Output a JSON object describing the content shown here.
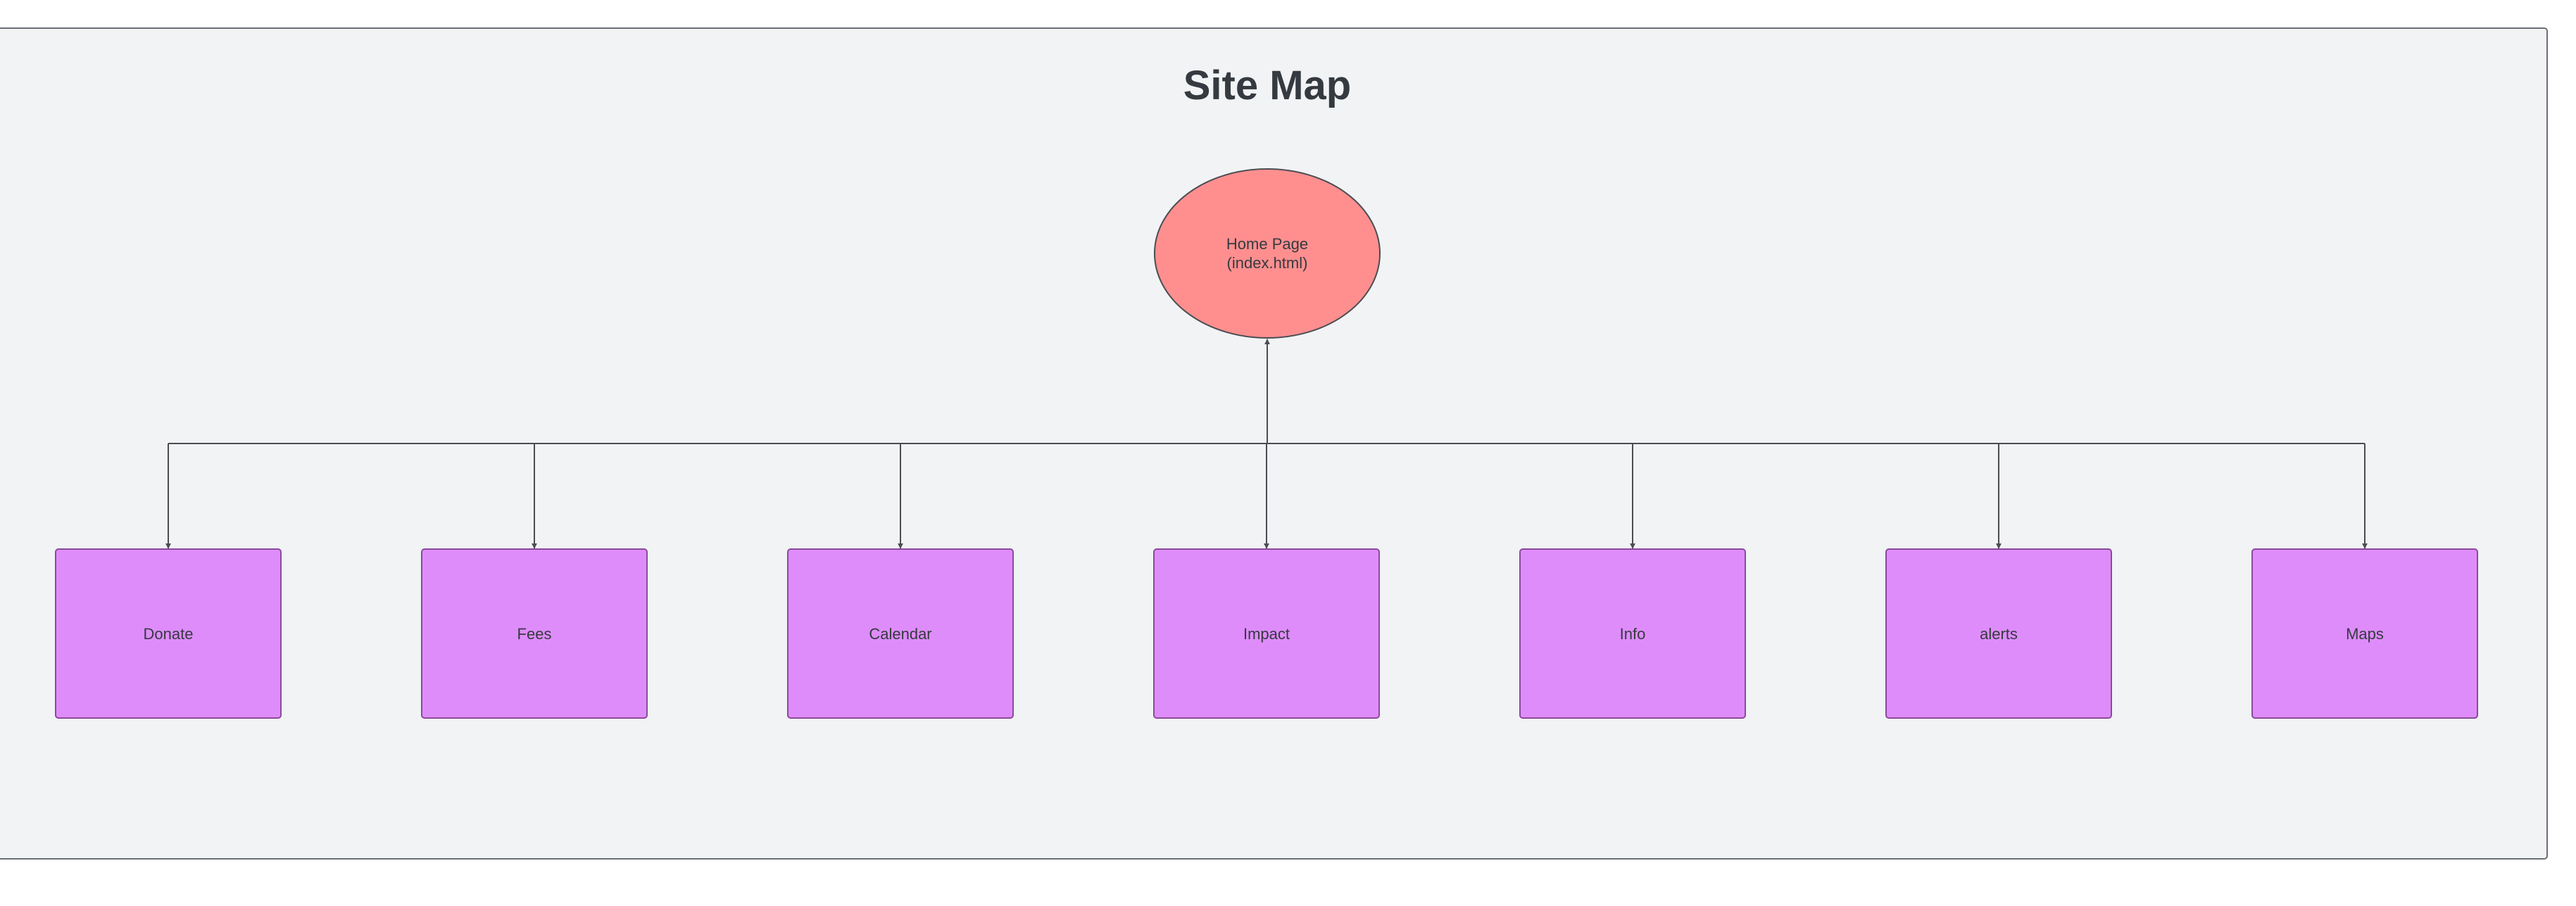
{
  "title": "Site Map",
  "root": {
    "line1": "Home Page",
    "line2": "(index.html)"
  },
  "pages": [
    {
      "label": "Donate"
    },
    {
      "label": "Fees"
    },
    {
      "label": "Calendar"
    },
    {
      "label": "Impact"
    },
    {
      "label": "Info"
    },
    {
      "label": "alerts"
    },
    {
      "label": "Maps"
    }
  ],
  "colors": {
    "background": "#f1f3f5",
    "root_fill": "#ff8f8f",
    "page_fill": "#df8cfb",
    "text": "#343a40",
    "connector": "#4a4d52"
  }
}
